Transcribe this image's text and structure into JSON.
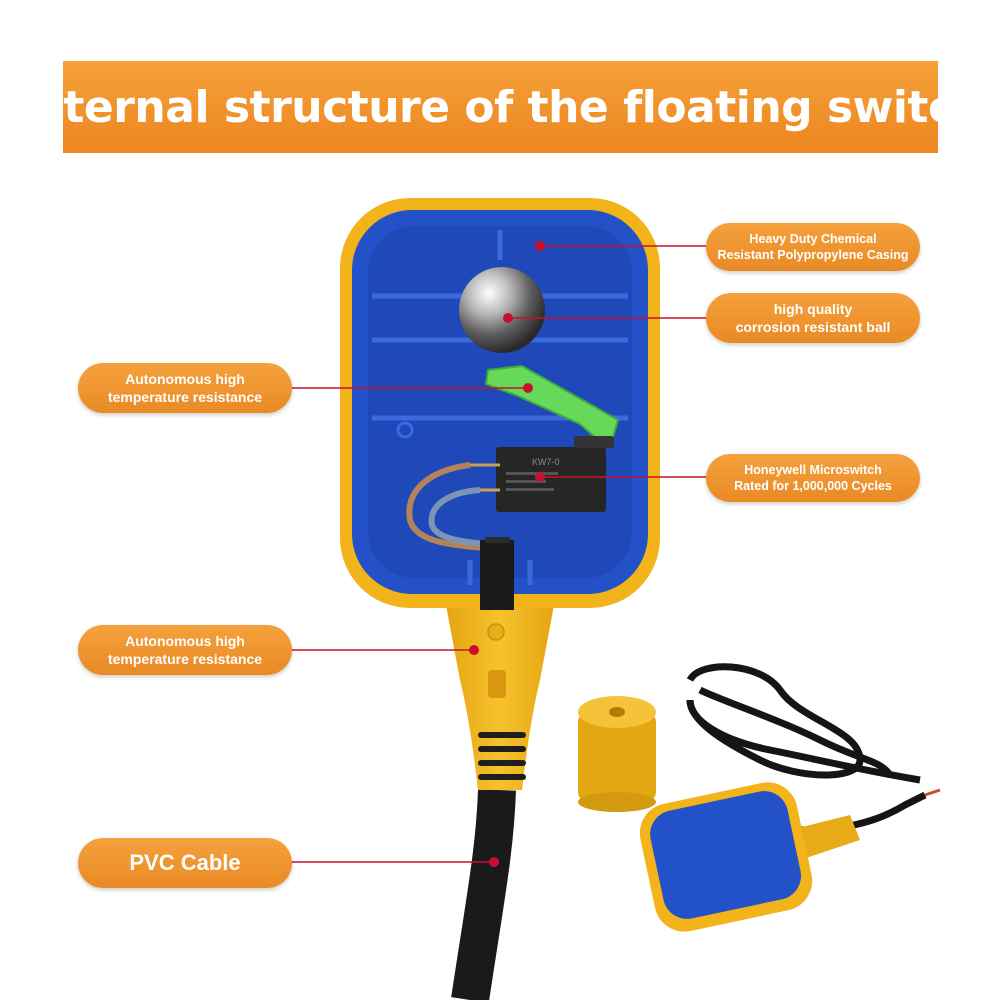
{
  "title": "Internal structure of the floating switch",
  "microswitch_marking": "KW7-0",
  "labels": {
    "casing": [
      "Heavy Duty Chemical",
      "Resistant Polypropylene Casing"
    ],
    "ball": [
      "high quality",
      "corrosion resistant ball"
    ],
    "temp_upper": [
      "Autonomous high",
      "temperature resistance"
    ],
    "microswitch": [
      "Honeywell Microswitch",
      "Rated for 1,000,000 Cycles"
    ],
    "temp_lower": [
      "Autonomous high",
      "temperature resistance"
    ],
    "cable": "PVC Cable"
  },
  "colors": {
    "banner": "#ee8c24",
    "label_pill": "#ef9630",
    "leader_line": "#c8102e",
    "casing_yellow": "#f2b31b",
    "casing_blue": "#2250c8",
    "lever_green": "#67d95a",
    "cable_black": "#1a1a1a"
  }
}
